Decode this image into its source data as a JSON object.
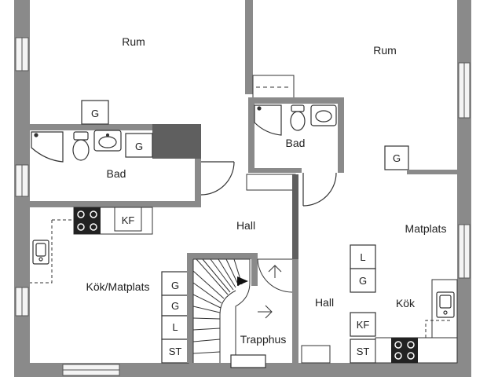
{
  "colors": {
    "wall": "#8a8a8a",
    "wall_dark": "#5f5f5f",
    "line": "#333333",
    "background": "#ffffff",
    "window_fill": "#f4f4f4"
  },
  "rooms": {
    "rum_left": "Rum",
    "rum_right": "Rum",
    "bad_left": "Bad",
    "bad_right": "Bad",
    "hall_upper": "Hall",
    "hall_lower": "Hall",
    "kok_matplats": "Kök/Matplats",
    "matplats": "Matplats",
    "kok": "Kök",
    "trapphus": "Trapphus"
  },
  "appliances": {
    "g_upper_left": "G",
    "g_bad_left": "G",
    "g_rum_right": "G",
    "kf_left": "KF",
    "col_left": [
      "G",
      "G",
      "L",
      "ST"
    ],
    "col_right": [
      "L",
      "G",
      "KF",
      "ST"
    ]
  },
  "icons": [
    "sink-icon",
    "toilet-icon",
    "shower-icon",
    "stove-icon",
    "stair-arrow-icon",
    "up-arrow-icon",
    "right-arrow-icon"
  ]
}
